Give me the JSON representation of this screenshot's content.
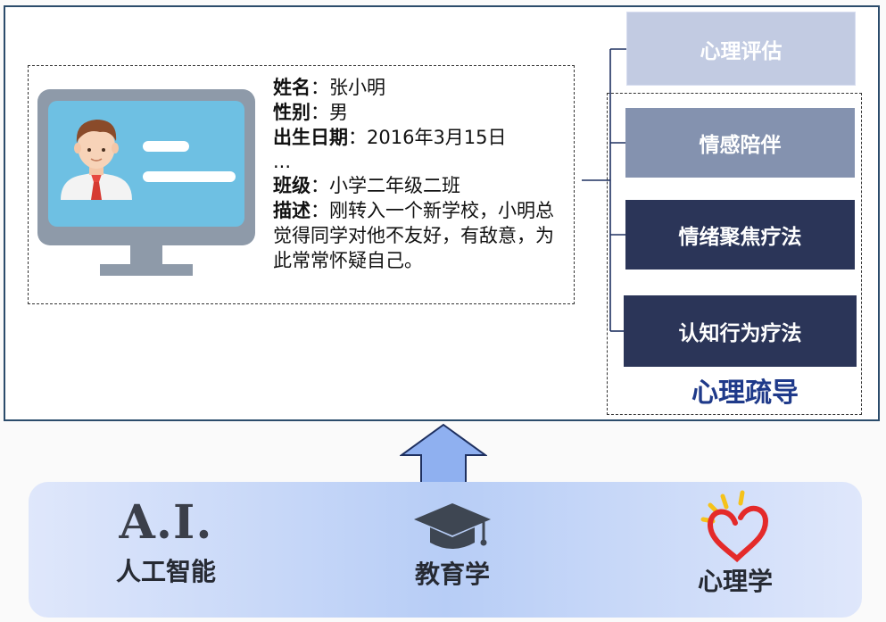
{
  "profile": {
    "name_label": "姓名",
    "name_value": "张小明",
    "gender_label": "性别",
    "gender_value": "男",
    "dob_label": "出生日期",
    "dob_value": "2016年3月15日",
    "ellipsis": "...",
    "class_label": "班级",
    "class_value": "小学二年级二班",
    "desc_label": "描述",
    "desc_value": "刚转入一个新学校，小明总觉得同学对他不友好，有敌意，为此常常怀疑自己。",
    "separator": "："
  },
  "stages": [
    {
      "label": "心理评估"
    },
    {
      "label": "情感陪伴"
    },
    {
      "label": "情绪聚焦疗法"
    },
    {
      "label": "认知行为疗法"
    }
  ],
  "group_title": "心理疏导",
  "pillars": [
    {
      "label": "人工智能",
      "logo_text": "A.I."
    },
    {
      "label": "教育学"
    },
    {
      "label": "心理学"
    }
  ],
  "colors": {
    "frame": "#2b4c6b",
    "stage_light": "#c2cbe2",
    "stage_mid": "#8492af",
    "stage_dark": "#2b3558",
    "group_title": "#1f3a8a",
    "arrow_fill": "#8fb0f0",
    "arrow_stroke": "#1e3060"
  }
}
